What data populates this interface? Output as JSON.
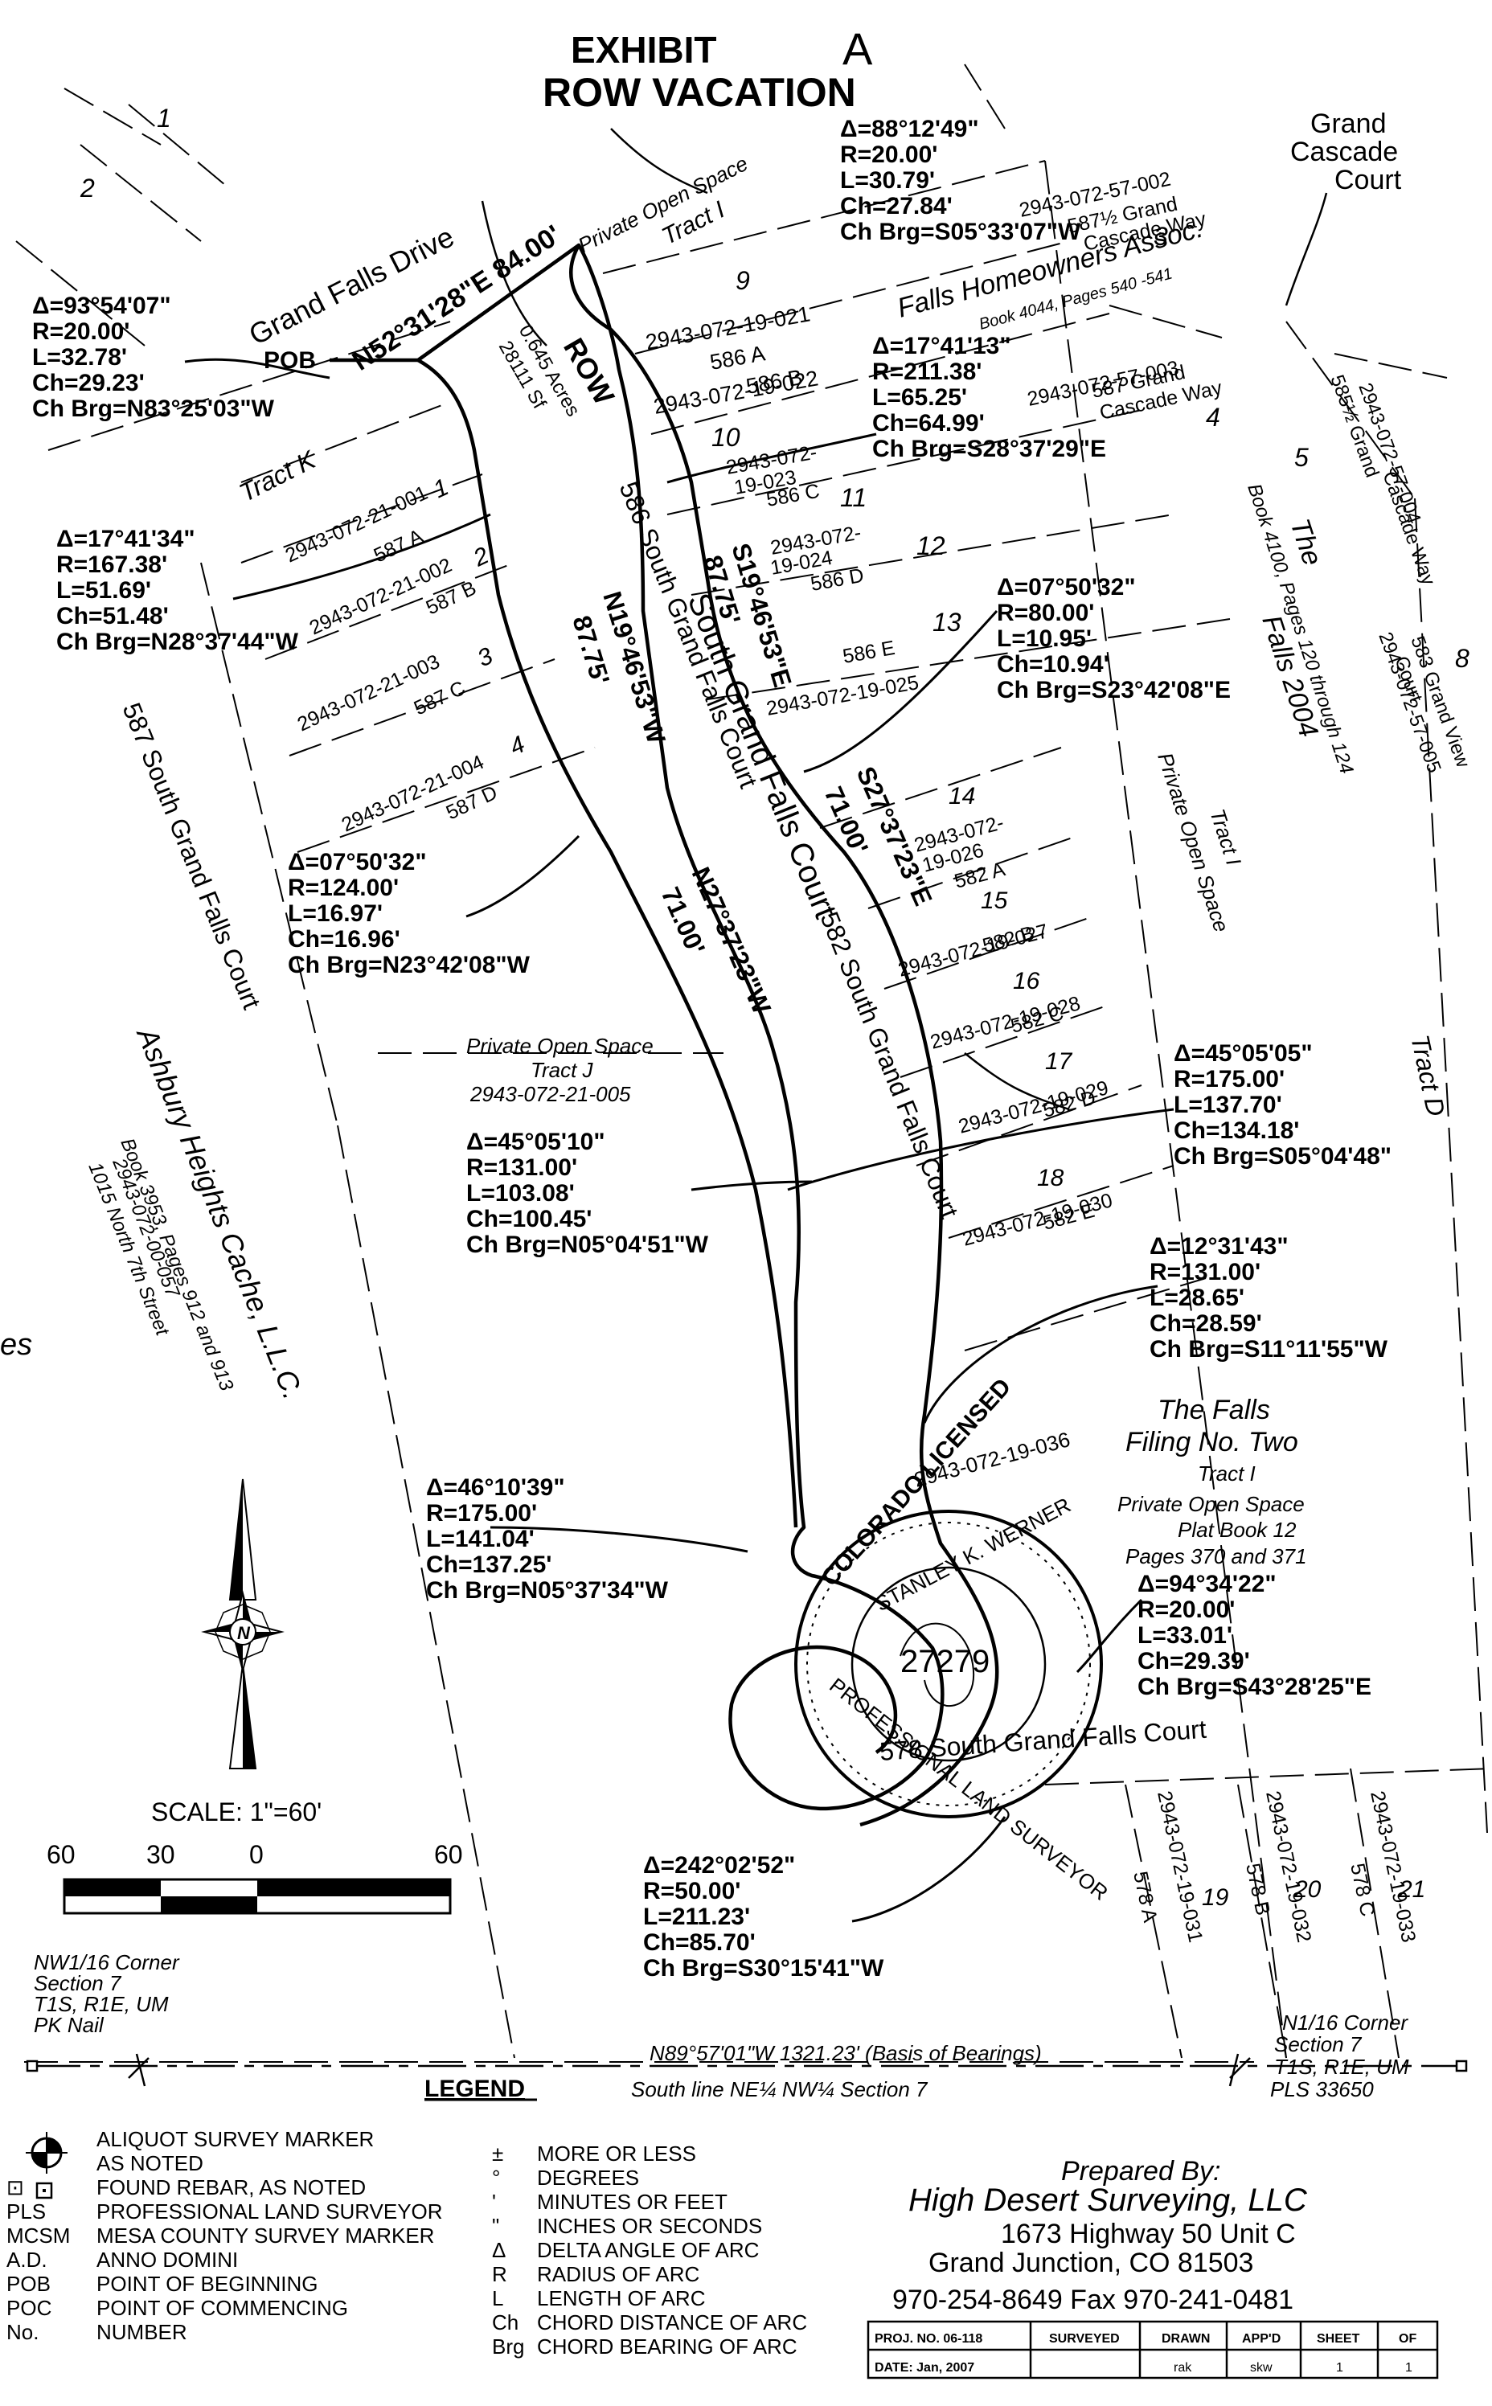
{
  "title": {
    "line1": "EXHIBIT",
    "handwritten": "A",
    "line2": "ROW VACATION"
  },
  "streets": {
    "grand_falls_drive": "Grand Falls Drive",
    "grand_cascade_court": [
      "Grand",
      "Cascade",
      "Court"
    ],
    "south_grand_falls_court": "South Grand Falls Court",
    "addr_586": "586 South Grand Falls Court",
    "addr_582": "582 South Grand Falls Court",
    "addr_587": "587 South Grand Falls Court",
    "addr_578": "578 South Grand Falls Court"
  },
  "row": {
    "label": "ROW",
    "acres": "0.645 Acres",
    "sf": "28111 Sf"
  },
  "pob": "POB",
  "courses": {
    "c1": "N52°31'28\"E 84.00'",
    "c2": "S19°46'53\"E",
    "c2b": "87.75'",
    "c3": "N19°46'53\"W",
    "c3b": "87.75'",
    "c4": "S27°37'23\"E",
    "c4b": "71.00'",
    "c5": "N27°37'23\"W",
    "c5b": "71.00'"
  },
  "curves": [
    {
      "id": "c_a",
      "delta": "Δ=88°12'49\"",
      "r": "R=20.00'",
      "l": "L=30.79'",
      "ch": "Ch=27.84'",
      "brg": "Ch Brg=S05°33'07\"W"
    },
    {
      "id": "c_b",
      "delta": "Δ=93°54'07\"",
      "r": "R=20.00'",
      "l": "L=32.78'",
      "ch": "Ch=29.23'",
      "brg": "Ch Brg=N83°25'03\"W"
    },
    {
      "id": "c_c",
      "delta": "Δ=17°41'13\"",
      "r": "R=211.38'",
      "l": "L=65.25'",
      "ch": "Ch=64.99'",
      "brg": "Ch Brg=S28°37'29\"E"
    },
    {
      "id": "c_d",
      "delta": "Δ=17°41'34\"",
      "r": "R=167.38'",
      "l": "L=51.69'",
      "ch": "Ch=51.48'",
      "brg": "Ch Brg=N28°37'44\"W"
    },
    {
      "id": "c_e",
      "delta": "Δ=07°50'32\"",
      "r": "R=80.00'",
      "l": "L=10.95'",
      "ch": "Ch=10.94'",
      "brg": "Ch Brg=S23°42'08\"E"
    },
    {
      "id": "c_f",
      "delta": "Δ=07°50'32\"",
      "r": "R=124.00'",
      "l": "L=16.97'",
      "ch": "Ch=16.96'",
      "brg": "Ch Brg=N23°42'08\"W"
    },
    {
      "id": "c_g",
      "delta": "Δ=45°05'05\"",
      "r": "R=175.00'",
      "l": "L=137.70'",
      "ch": "Ch=134.18'",
      "brg": "Ch Brg=S05°04'48\""
    },
    {
      "id": "c_h",
      "delta": "Δ=45°05'10\"",
      "r": "R=131.00'",
      "l": "L=103.08'",
      "ch": "Ch=100.45'",
      "brg": "Ch Brg=N05°04'51\"W"
    },
    {
      "id": "c_i",
      "delta": "Δ=12°31'43\"",
      "r": "R=131.00'",
      "l": "L=28.65'",
      "ch": "Ch=28.59'",
      "brg": "Ch Brg=S11°11'55\"W"
    },
    {
      "id": "c_j",
      "delta": "Δ=46°10'39\"",
      "r": "R=175.00'",
      "l": "L=141.04'",
      "ch": "Ch=137.25'",
      "brg": "Ch Brg=N05°37'34\"W"
    },
    {
      "id": "c_k",
      "delta": "Δ=94°34'22\"",
      "r": "R=20.00'",
      "l": "L=33.01'",
      "ch": "Ch=29.39'",
      "brg": "Ch Brg=S43°28'25\"E"
    },
    {
      "id": "c_l",
      "delta": "Δ=242°02'52\"",
      "r": "R=50.00'",
      "l": "L=211.23'",
      "ch": "Ch=85.70'",
      "brg": "Ch Brg=S30°15'41\"W"
    }
  ],
  "lots": {
    "n1": "1",
    "n2": "2",
    "n3": "3",
    "n4": "4",
    "n5": "5",
    "n8": "8",
    "n9": "9",
    "n10": "10",
    "n11": "11",
    "n12": "12",
    "n13": "13",
    "n14": "14",
    "n15": "15",
    "n16": "16",
    "n17": "17",
    "n18": "18",
    "n19": "19",
    "n20": "20",
    "n21": "21",
    "p9": "2943-072-19-021",
    "a9": "586 A",
    "p10": "2943-072-19-022",
    "a10": "586 B",
    "p11a": "2943-072-",
    "p11b": "19-023",
    "a11": "586 C",
    "p12a": "2943-072-",
    "p12b": "19-024",
    "a12": "586 D",
    "a13": "586 E",
    "p13": "2943-072-19-025",
    "p1": "2943-072-21-001",
    "a1": "587 A",
    "p2": "2943-072-21-002",
    "a2": "587 B",
    "p3": "2943-072-21-003",
    "a3": "587 C",
    "p4": "2943-072-21-004",
    "a4": "587 D",
    "p14a": "2943-072-",
    "p14b": "19-026",
    "a14": "582 A",
    "p15": "2943-072-19-027",
    "a15": "582 B",
    "p16": "2943-072-19-028",
    "a16": "582 C",
    "p17": "2943-072-19-029",
    "a17": "582 D",
    "p18": "2943-072-19-030",
    "a18": "582 E",
    "p36": "2943-072-19-036",
    "p_a3a": "2943-072-57-002",
    "p_a3b": "587½ Grand",
    "p_a3c": "Cascade Way",
    "p_a4a": "2943-072-57-003",
    "p_a4b": "587 Grand",
    "p_a4c": "Cascade Way",
    "p_a5a": "2943-072-57-004",
    "p_a5b": "585½ Grand",
    "p_a5c": "Cascade Way",
    "p_a8a": "2943-072-57-005",
    "p_a8b": "583 Grand View",
    "p_a8c": "Court",
    "p19": "2943-072-19-031",
    "a19": "578 A",
    "p20": "2943-072-19-032",
    "a20": "578 B",
    "p21": "2943-072-19-033",
    "a21": "578 C"
  },
  "tracts": {
    "tract_i_top": [
      "Private Open Space",
      "Tract I"
    ],
    "tract_k": "Tract K",
    "tract_j": [
      "Private Open Space",
      "Tract J",
      "2943-072-21-005"
    ],
    "tract_i_right": [
      "Tract I",
      "Private Open Space"
    ],
    "tract_d": "Tract D",
    "falls_hoa": [
      "Falls Homeowners Assoc.",
      "Book 4044, Pages 540 -541"
    ],
    "falls_2004": [
      "The",
      "Falls 2004",
      "Book 4100, Pages 120 through 124"
    ],
    "falls_two": [
      "The Falls",
      "Filing No. Two",
      "Tract I",
      "Private Open Space",
      "Plat Book 12",
      "Pages 370 and 371"
    ],
    "ashbury": [
      "Ashbury Heights Cache, L.L.C.",
      "Book 3953, Pages 912 and 913",
      "2943-072-00-057",
      "1015 North 7th Street"
    ],
    "left_cut": "es"
  },
  "seal": {
    "top": "COLORADO LICENSED",
    "name": "STANLEY K. WERNER",
    "number": "27279",
    "bottom": "PROFESSIONAL LAND SURVEYOR"
  },
  "scale": {
    "label": "SCALE:  1\"=60'",
    "t60a": "60",
    "t30": "30",
    "t0": "0",
    "t60b": "60"
  },
  "north_arrow_letter": "N",
  "corners": {
    "nw": [
      "NW1/16 Corner",
      "Section 7",
      "T1S, R1E, UM",
      "PK Nail"
    ],
    "n": [
      "N1/16 Corner",
      "Section 7",
      "T1S, R1E, UM",
      "PLS 33650"
    ]
  },
  "basis": {
    "line": "N89°57'01\"W  1321.23'  (Basis of Bearings)",
    "south": "South  line  NE¼  NW¼  Section 7"
  },
  "legend": {
    "title": "LEGEND",
    "left": [
      {
        "sym": "",
        "t": "ALIQUOT SURVEY MARKER"
      },
      {
        "sym": "",
        "t": "AS NOTED"
      },
      {
        "sym": "⊡",
        "t": "FOUND REBAR, AS NOTED"
      },
      {
        "sym": "PLS",
        "t": "PROFESSIONAL LAND SURVEYOR"
      },
      {
        "sym": "MCSM",
        "t": "MESA COUNTY SURVEY MARKER"
      },
      {
        "sym": "A.D.",
        "t": "ANNO DOMINI"
      },
      {
        "sym": "POB",
        "t": "POINT OF BEGINNING"
      },
      {
        "sym": "POC",
        "t": "POINT OF COMMENCING"
      },
      {
        "sym": "No.",
        "t": "NUMBER"
      }
    ],
    "right": [
      {
        "sym": "±",
        "t": "MORE OR LESS"
      },
      {
        "sym": "°",
        "t": "DEGREES"
      },
      {
        "sym": "'",
        "t": "MINUTES OR FEET"
      },
      {
        "sym": "\"",
        "t": "INCHES OR SECONDS"
      },
      {
        "sym": "Δ",
        "t": "DELTA ANGLE OF ARC"
      },
      {
        "sym": "R",
        "t": "RADIUS OF ARC"
      },
      {
        "sym": "L",
        "t": "LENGTH OF ARC"
      },
      {
        "sym": "Ch",
        "t": "CHORD DISTANCE OF ARC"
      },
      {
        "sym": "Brg",
        "t": "CHORD BEARING OF ARC"
      }
    ]
  },
  "prepared": {
    "by": "Prepared By:",
    "company": "High Desert Surveying, LLC",
    "addr1": "1673 Highway 50 Unit C",
    "addr2": "Grand Junction, CO  81503",
    "phone": "970-254-8649  Fax 970-241-0481"
  },
  "titleblock": {
    "proj": "PROJ. NO. 06-118",
    "date": "DATE: Jan, 2007",
    "surveyed": "SURVEYED",
    "drawn": "DRAWN",
    "drawn_v": "rak",
    "appd": "APP'D",
    "appd_v": "skw",
    "sheet": "SHEET",
    "sheet_v": "1",
    "of": "OF",
    "of_v": "1"
  }
}
